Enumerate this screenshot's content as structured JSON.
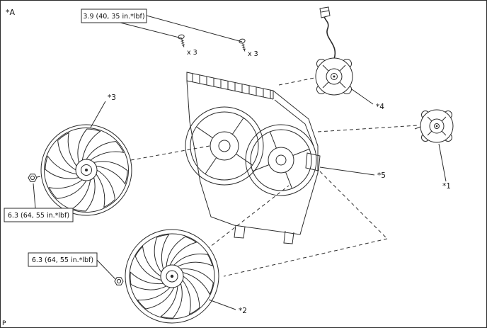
{
  "figure": {
    "view_label": "*A",
    "page_marker": "P"
  },
  "callouts": {
    "torque_top": "3.9 (40, 35 in.*lbf)",
    "torque_mid_left": "6.3 (64, 55 in.*lbf)",
    "torque_bottom_left": "6.3 (64, 55 in.*lbf)",
    "bolt_count_left": "x 3",
    "bolt_count_right": "x 3"
  },
  "part_labels": {
    "part_1": "*1",
    "part_2": "*2",
    "part_3": "*3",
    "part_4": "*4",
    "part_5": "*5"
  },
  "colors": {
    "background": "#ffffff",
    "line": "#2b2b2b",
    "text": "#111111"
  }
}
